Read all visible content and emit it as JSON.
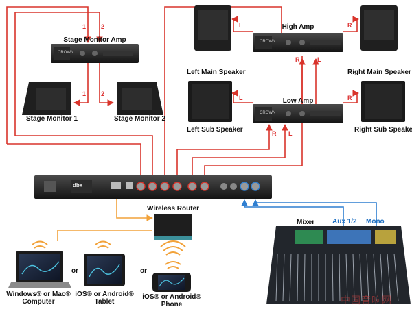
{
  "labels": {
    "stage_monitor_amp": "Stage Monitor Amp",
    "stage_monitor_1": "Stage Monitor 1",
    "stage_monitor_2": "Stage Monitor 2",
    "high_amp": "High Amp",
    "low_amp": "Low Amp",
    "left_main_speaker": "Left Main Speaker",
    "right_main_speaker": "Right Main Speaker",
    "left_sub_speaker": "Left Sub Speaker",
    "right_sub_speaker": "Right Sub Speaker",
    "wireless_router": "Wireless Router",
    "mixer": "Mixer",
    "aux": "Aux 1/2",
    "mono": "Mono",
    "computer": "Windows® or Mac®\nComputer",
    "tablet": "iOS® or Android®\nTablet",
    "phone": "iOS® or Android®\nPhone",
    "or_1": "or",
    "or_2": "or",
    "brand": "dbx",
    "amp_brand": "CROWN",
    "watermark": "中国音响网"
  },
  "wire_labels": {
    "ch1_top": "1",
    "ch2_top": "2",
    "ch1_bottom": "1",
    "ch2_bottom": "2",
    "high_l_left": "L",
    "high_r_right": "R",
    "high_r_up": "R",
    "high_l_up": "L",
    "low_l_left": "L",
    "low_r_right": "R",
    "low_r_down": "R",
    "low_l_down": "L"
  },
  "colors": {
    "speaker_wire": "#d9342b",
    "network_wire": "#f2a23a",
    "audio_in_wire": "#2f7fd1",
    "device_dark": "#1d1d1d",
    "label_blue": "#1e6fc2"
  }
}
